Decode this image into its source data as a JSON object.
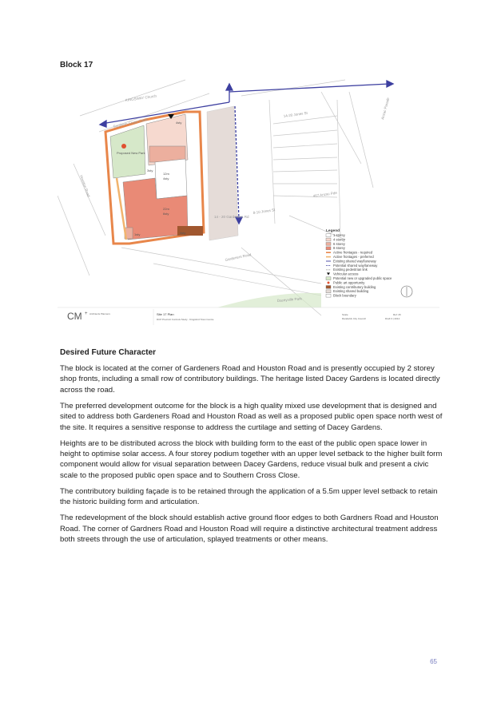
{
  "block_title": "Block 17",
  "plan": {
    "streets": {
      "church": "KINGSWAY Church",
      "southern_cross": "Southern Cross Close",
      "houston": "Houston Road",
      "gardeners": "Gardeners Road",
      "anzac": "Anzac Parade",
      "jones1": "14-20 Jones St",
      "jones2": "467 Anzac Pde",
      "dacey": "Daceyville Park",
      "jones_st": "8-10 Jones St",
      "gardeners_num": "14 - 20\nGardeners Rd"
    },
    "labels": {
      "public_park": "Proposed\nNew Park",
      "h12": "12m",
      "h12b": "4sty",
      "h22": "22m",
      "h22b": "6sty",
      "n1": "4sty",
      "n2": "3sty",
      "n3": "4sty",
      "n4": "1sty"
    },
    "legend": {
      "title": "Legend",
      "items": [
        "1 storey",
        "4 storey",
        "6 storey",
        "8 storey",
        "Active frontages - required",
        "Active frontages - preferred",
        "Existing shared way/laneway",
        "Potential shared way/laneway",
        "Existing pedestrian link",
        "Vehicular access",
        "Potential new or upgraded public space",
        "Public art opportunity",
        "Existing contributory building",
        "Existing shared building",
        "Block boundary"
      ]
    },
    "footer": {
      "logo": "CM",
      "logo_sup": "+",
      "firm": "Architects Planners",
      "plan_title": "Site 17 Plan",
      "plan_sub": "DCP Precinct Controls Study - Kingsford Town Centre",
      "scale_label": "Scale",
      "scale_val": "Randwick City Council",
      "ref_label": "Ref: 26",
      "ref_val": "Draft 3 | 2014"
    }
  },
  "section_heading": "Desired Future Character",
  "paragraphs": [
    "The block is located at the corner of Gardeners Road and Houston Road and is presently occupied by 2 storey shop fronts, including a small row of contributory buildings. The heritage listed Dacey Gardens is located directly across the road.",
    "The preferred development outcome for the block is a high quality mixed use development that is designed and sited to address both Gardeners Road and Houston Road as well as a proposed public open space north west of the site. It requires a sensitive response to address the curtilage and setting of Dacey Gardens.",
    "Heights are to be distributed across the block with building form to the east of the public open space lower in height to optimise solar access. A four storey podium together with an upper level setback to the higher built form component would allow for visual separation between Dacey Gardens, reduce visual bulk and present a civic scale to the proposed  public open space and to Southern Cross Close.",
    "The contributory building façade is to be retained through the application of a 5.5m upper level setback to retain the historic building form and articulation.",
    "The redevelopment of the block should establish active ground floor edges to both Gardners Road and Houston Road. The corner of Gardners Road and Houston Road will require a distinctive architectural treatment address both streets through the use of articulation, splayed treatments or other means."
  ],
  "page_number": "65",
  "colors": {
    "storey1": "#ffffff",
    "storey4": "#f6d9cf",
    "storey6": "#ecaf9e",
    "storey8": "#e98a76",
    "active_required": "#e8864a",
    "active_preferred": "#f1b46e",
    "shared_way": "#3d3fa0",
    "public_space": "#d6e8c9",
    "shared_building": "#e5dcd8",
    "contributory": "#a0572f",
    "page_number": "#7a7fc0"
  }
}
